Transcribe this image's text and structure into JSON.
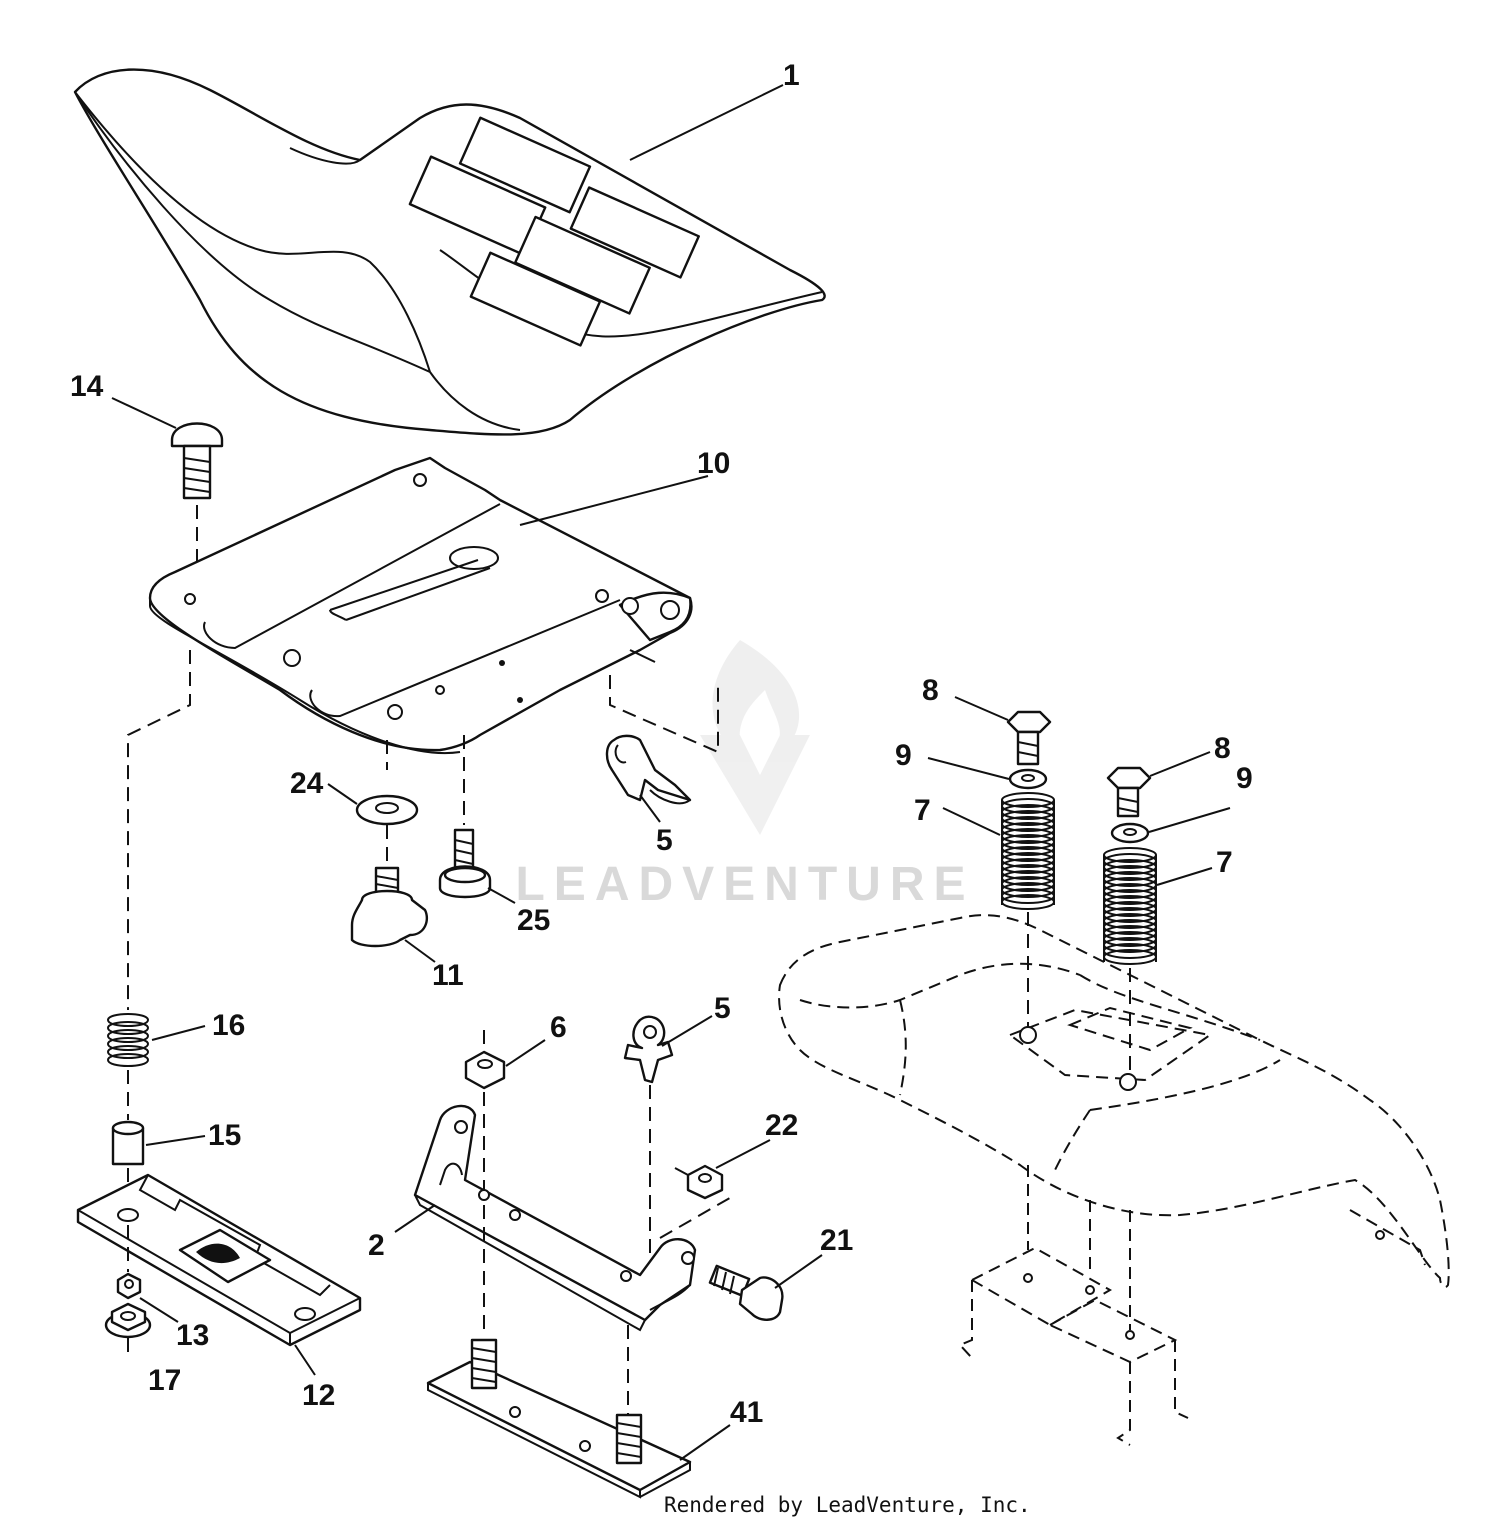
{
  "diagram": {
    "watermark": "LEADVENTURE",
    "footer": "Rendered by LeadVenture, Inc.",
    "callouts": {
      "c1": "1",
      "c14": "14",
      "c10": "10",
      "c8a": "8",
      "c8b": "8",
      "c9a": "9",
      "c9b": "9",
      "c7a": "7",
      "c7b": "7",
      "c24": "24",
      "c5a": "5",
      "c25": "25",
      "c11": "11",
      "c16": "16",
      "c6": "6",
      "c5b": "5",
      "c22": "22",
      "c15": "15",
      "c2": "2",
      "c21": "21",
      "c13": "13",
      "c17": "17",
      "c12": "12",
      "c41": "41"
    },
    "parts": [
      {
        "id": "seat",
        "label": "1"
      },
      {
        "id": "seat-pan",
        "label": "10"
      },
      {
        "id": "carriage-bolt",
        "label": "14"
      },
      {
        "id": "wire-clip",
        "label": "5"
      },
      {
        "id": "bolt",
        "label": "8"
      },
      {
        "id": "washer",
        "label": "9"
      },
      {
        "id": "spring",
        "label": "7"
      },
      {
        "id": "washer",
        "label": "24"
      },
      {
        "id": "knob",
        "label": "11"
      },
      {
        "id": "screw",
        "label": "25"
      },
      {
        "id": "spring",
        "label": "16"
      },
      {
        "id": "spacer",
        "label": "15"
      },
      {
        "id": "nut",
        "label": "6"
      },
      {
        "id": "nut",
        "label": "22"
      },
      {
        "id": "bracket",
        "label": "2"
      },
      {
        "id": "bolt",
        "label": "21"
      },
      {
        "id": "nut",
        "label": "13"
      },
      {
        "id": "nut",
        "label": "17"
      },
      {
        "id": "slide-bracket",
        "label": "12"
      },
      {
        "id": "stud-plate",
        "label": "41"
      }
    ]
  }
}
